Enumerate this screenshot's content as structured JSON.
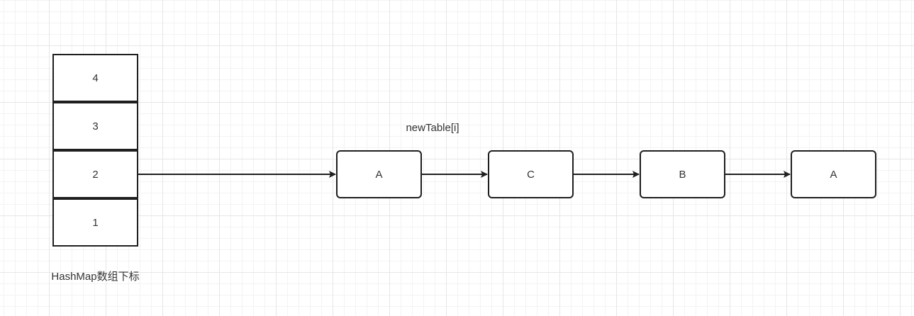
{
  "array": {
    "cells": [
      "4",
      "3",
      "2",
      "1"
    ],
    "caption": "HashMap数组下标"
  },
  "chain": {
    "label": "newTable[i]",
    "nodes": [
      "A",
      "C",
      "B",
      "A"
    ]
  }
}
